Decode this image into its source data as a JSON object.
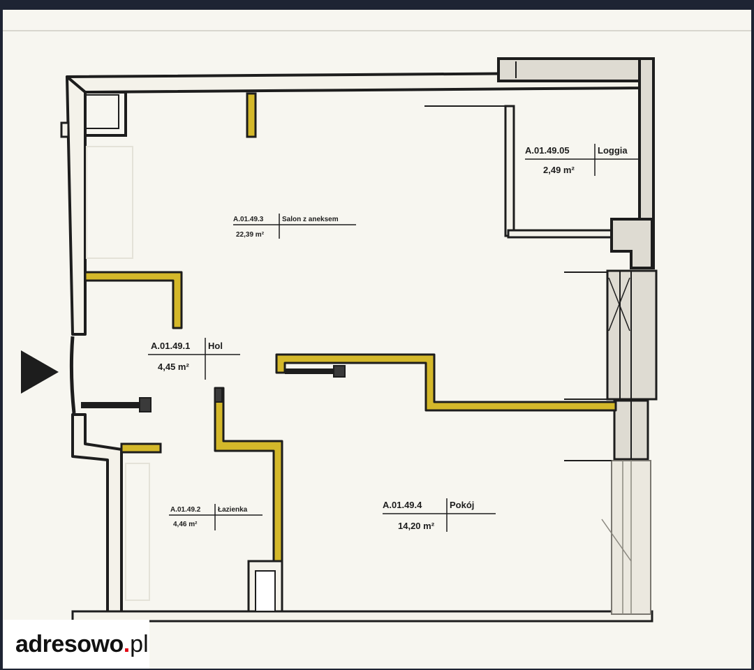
{
  "rooms": {
    "salon": {
      "code": "A.01.49.3",
      "name": "Salon z aneksem",
      "area": "22,39 m²"
    },
    "loggia": {
      "code": "A.01.49.05",
      "name": "Loggia",
      "area": "2,49 m²"
    },
    "hol": {
      "code": "A.01.49.1",
      "name": "Hol",
      "area": "4,45 m²"
    },
    "lazienka": {
      "code": "A.01.49.2",
      "name": "Łazienka",
      "area": "4,46 m²"
    },
    "pokoj": {
      "code": "A.01.49.4",
      "name": "Pokój",
      "area": "14,20 m²"
    }
  },
  "logo": {
    "main": "adresowo",
    "dot": ".",
    "tld": "pl"
  },
  "colors": {
    "wall_outline": "#1d1d1d",
    "wall_fill": "#f4f2ea",
    "partition": "#d4b82a",
    "window_fill": "#dedbd2",
    "background": "#f7f6f0",
    "frame": "#1e2433"
  },
  "icons": {
    "entrance": "entrance-arrow-icon"
  }
}
